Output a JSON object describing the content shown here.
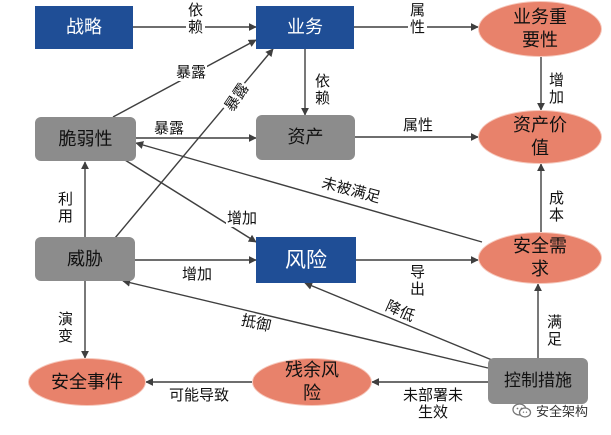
{
  "nodes": {
    "strategy": "战略",
    "business": "业务",
    "business_importance": "业务重要性",
    "vulnerability": "脆弱性",
    "asset": "资产",
    "asset_value": "资产价值",
    "threat": "威胁",
    "risk": "风险",
    "security_requirement": "安全需求",
    "security_event": "安全事件",
    "residual_risk": "残余风险",
    "control_measures": "控制措施"
  },
  "edges": {
    "strategy_business": "依赖",
    "business_importance": "属性",
    "business_asset": "依赖",
    "asset_value": "属性",
    "importance_value": "增加",
    "vuln_business": "暴露",
    "vuln_asset": "暴露",
    "threat_business": "暴露",
    "threat_vuln": "利用",
    "vuln_risk": "增加",
    "threat_risk": "增加",
    "requirement_vuln": "未被满足",
    "requirement_value": "成本",
    "risk_requirement": "导出",
    "control_requirement": "满足",
    "control_risk": "降低",
    "control_threat": "抵御",
    "control_residual": "未部署未生效",
    "threat_event": "演变",
    "residual_event": "可能导致"
  },
  "watermark": "安全架构",
  "colors": {
    "blue_box": "#1f4e96",
    "gray_box": "#8c8c8c",
    "ellipse": "#e8826b",
    "ellipse_border": "#f6c9bd",
    "arrow": "#3f3f3f"
  },
  "icons": [
    "wechat-logo-icon"
  ]
}
